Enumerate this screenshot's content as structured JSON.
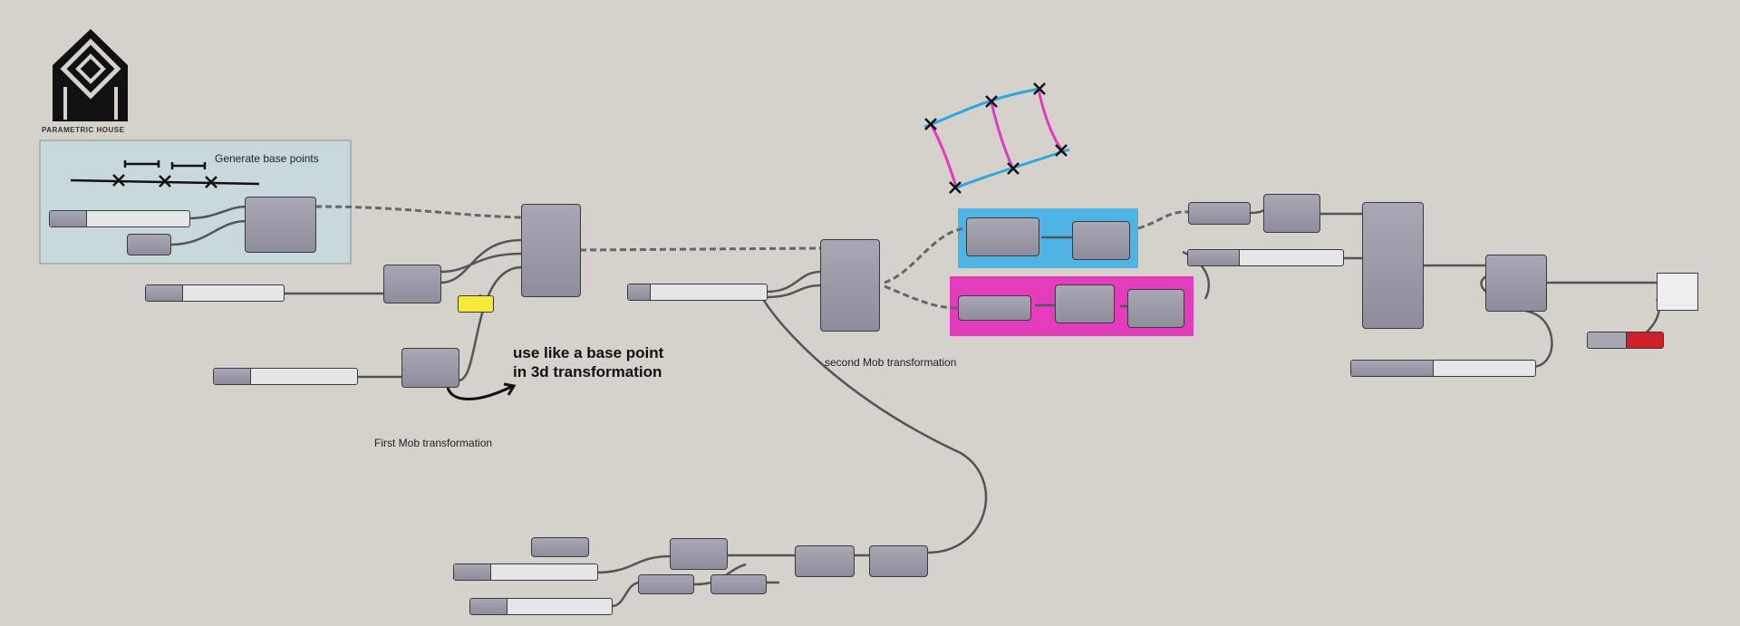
{
  "logo": {
    "text": "PARAMETRIC HOUSE",
    "icon": "house-diamond-logo-icon"
  },
  "groups": {
    "base_points": {
      "label": "Generate base points",
      "color": "#c9d8db"
    },
    "blue": {
      "color": "#4fb3e3"
    },
    "magenta": {
      "color": "#e33cbc"
    }
  },
  "annotations": {
    "base_point_note_line1": "use like a base point",
    "base_point_note_line2": "in 3d transformation",
    "first_mob": "First Mob transformation",
    "second_mob": "second Mob transformation"
  },
  "colors": {
    "canvas": "#d5d1cb",
    "component": "#9e9caa",
    "wire": "#4a4a4a",
    "yellow_param": "#f5ea3a",
    "toggle_red": "#d01f26",
    "sketch_blue": "#2fa8e0",
    "sketch_magenta": "#e03cbf"
  }
}
